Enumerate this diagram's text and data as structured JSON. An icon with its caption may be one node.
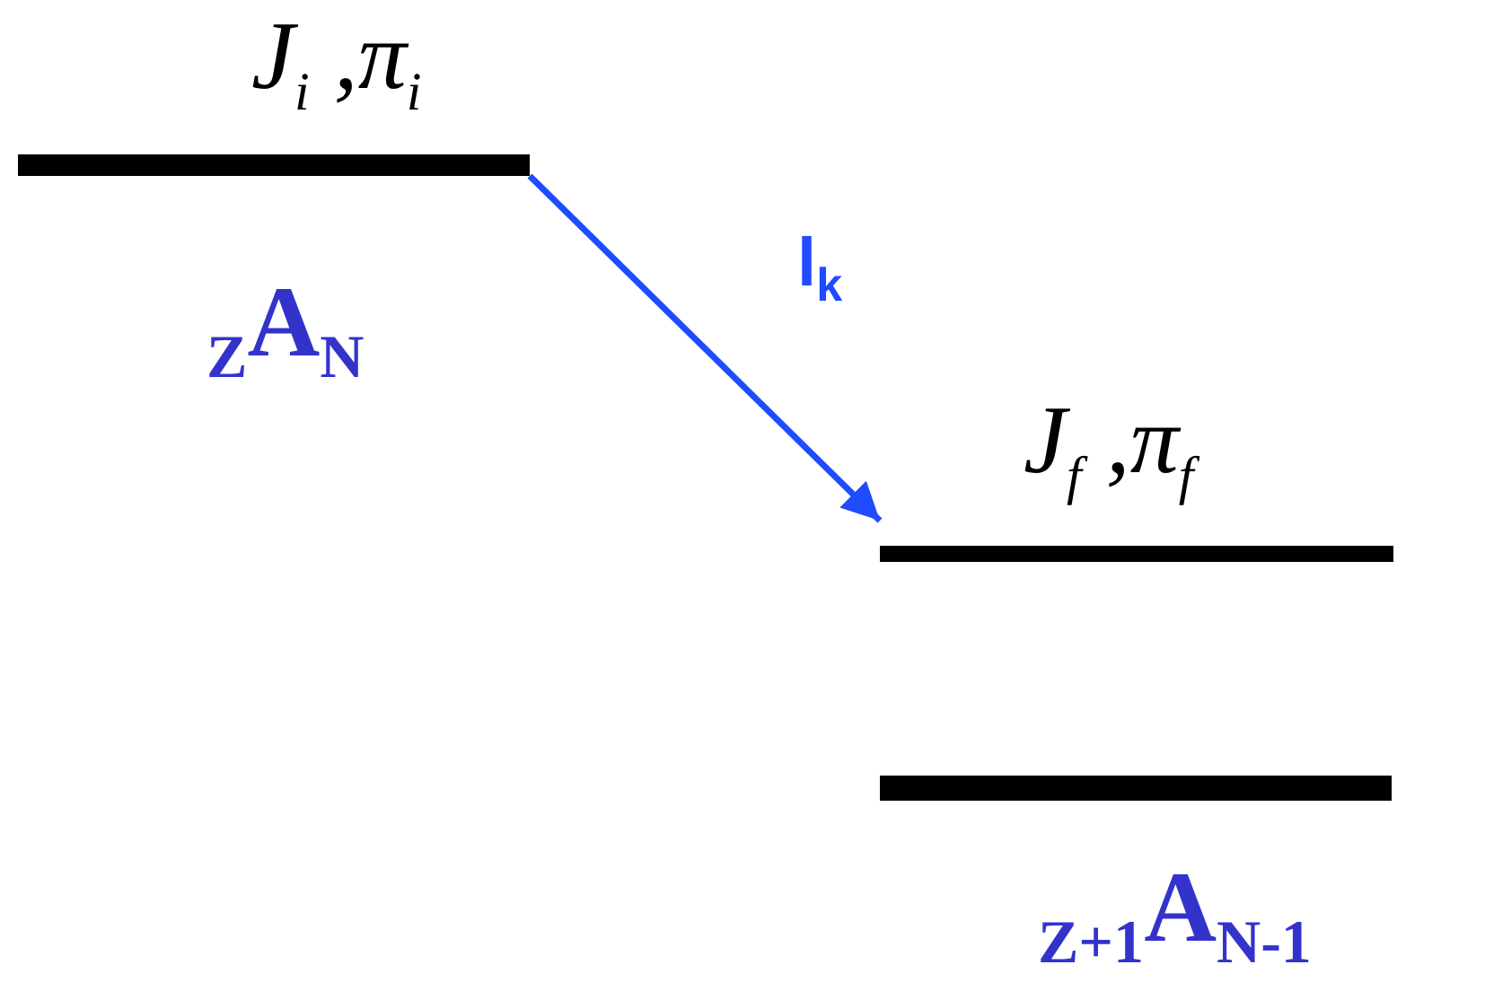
{
  "diagram": {
    "nodes": [
      {
        "text": [
          "J$_{i}$ ,π$_{i}$"
        ],
        "beside": [
          "$_{Z}$A$_{N}$"
        ]
      },
      {
        "text": [
          "J$_{f}$ ,π$_{f}$"
        ]
      },
      {
        "text": [],
        "shape": "bar",
        "beside": [
          "$_{Z+1}$A$_{N-1}$"
        ]
      }
    ],
    "edges": [
      {
        "from": 0,
        "to": 1,
        "arrow": "to",
        "label": "l$_{k}$",
        "color": "#1f4cff"
      }
    ]
  }
}
